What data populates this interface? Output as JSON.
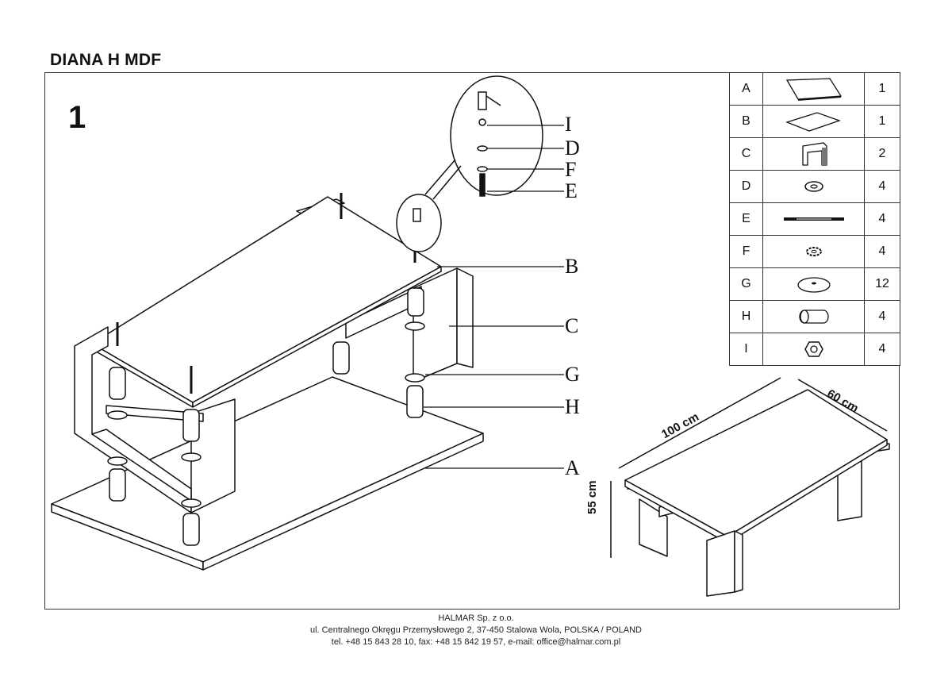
{
  "title": "DIANA H MDF",
  "step": "1",
  "callouts": [
    "I",
    "D",
    "F",
    "E",
    "B",
    "C",
    "G",
    "H",
    "A"
  ],
  "parts": [
    {
      "letter": "A",
      "icon": "glass-top-panel-icon",
      "qty": "1"
    },
    {
      "letter": "B",
      "icon": "glass-shelf-panel-icon",
      "qty": "1"
    },
    {
      "letter": "C",
      "icon": "side-frame-leg-icon",
      "qty": "2"
    },
    {
      "letter": "D",
      "icon": "washer-icon",
      "qty": "4"
    },
    {
      "letter": "E",
      "icon": "threaded-rod-icon",
      "qty": "4"
    },
    {
      "letter": "F",
      "icon": "spring-washer-icon",
      "qty": "4"
    },
    {
      "letter": "G",
      "icon": "rubber-pad-icon",
      "qty": "12"
    },
    {
      "letter": "H",
      "icon": "spacer-sleeve-icon",
      "qty": "4"
    },
    {
      "letter": "I",
      "icon": "hex-nut-icon",
      "qty": "4"
    }
  ],
  "dimensions": {
    "length": "100 cm",
    "width": "60 cm",
    "height": "55 cm"
  },
  "footer": {
    "company": "HALMAR Sp. z o.o.",
    "address": "ul. Centralnego Okręgu Przemysłowego 2, 37-450 Stalowa Wola, POLSKA / POLAND",
    "contact": "tel. +48 15 843 28 10, fax: +48 15 842 19 57, e-mail: office@halmar.com.pl"
  }
}
